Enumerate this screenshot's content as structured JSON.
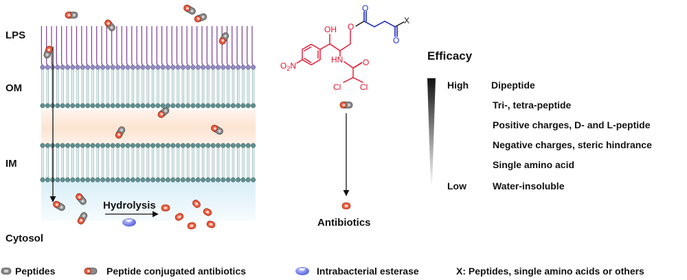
{
  "membrane": {
    "lps_label": "LPS",
    "om_label": "OM",
    "im_label": "IM",
    "cytosol_label": "Cytosol",
    "hydrolysis_label": "Hydrolysis"
  },
  "molecule": {
    "hydroxyl": "OH",
    "amide_nh": "HN",
    "nitro": "O2N",
    "chloro_1": "Cl",
    "chloro_2": "Cl",
    "ester_o": "O",
    "amide_o": "O",
    "linker_o_1": "O",
    "linker_o_2": "O",
    "x_group": "X",
    "product_label": "Antibiotics"
  },
  "efficacy": {
    "title": "Efficacy",
    "high_label": "High",
    "low_label": "Low",
    "items": [
      "Dipeptide",
      "Tri-, tetra-peptide",
      "Positive charges, D- and L-peptide",
      "Negative charges, steric hindrance",
      "Single amino acid",
      "Water-insoluble"
    ]
  },
  "legend": {
    "peptides": "Peptides",
    "conjugates": "Peptide conjugated antibiotics",
    "esterase": "Intrabacterial esterase",
    "x_note": "X: Peptides, single amino acids or others"
  },
  "colors": {
    "lps": "#7a3d8c",
    "lipid_head": "#5f8f8f",
    "lipid_head_top": "#9a86c8",
    "lipid_tail": "#8fb2b2",
    "periplasm": "#fde7d6",
    "cytosol": "#e4f2f8",
    "peptide": "#8a8a8a",
    "antibiotic": "#f05a3c",
    "esterase": "#6d79e0",
    "red_text": "#e8112d",
    "blue_text": "#1a2fd4"
  }
}
